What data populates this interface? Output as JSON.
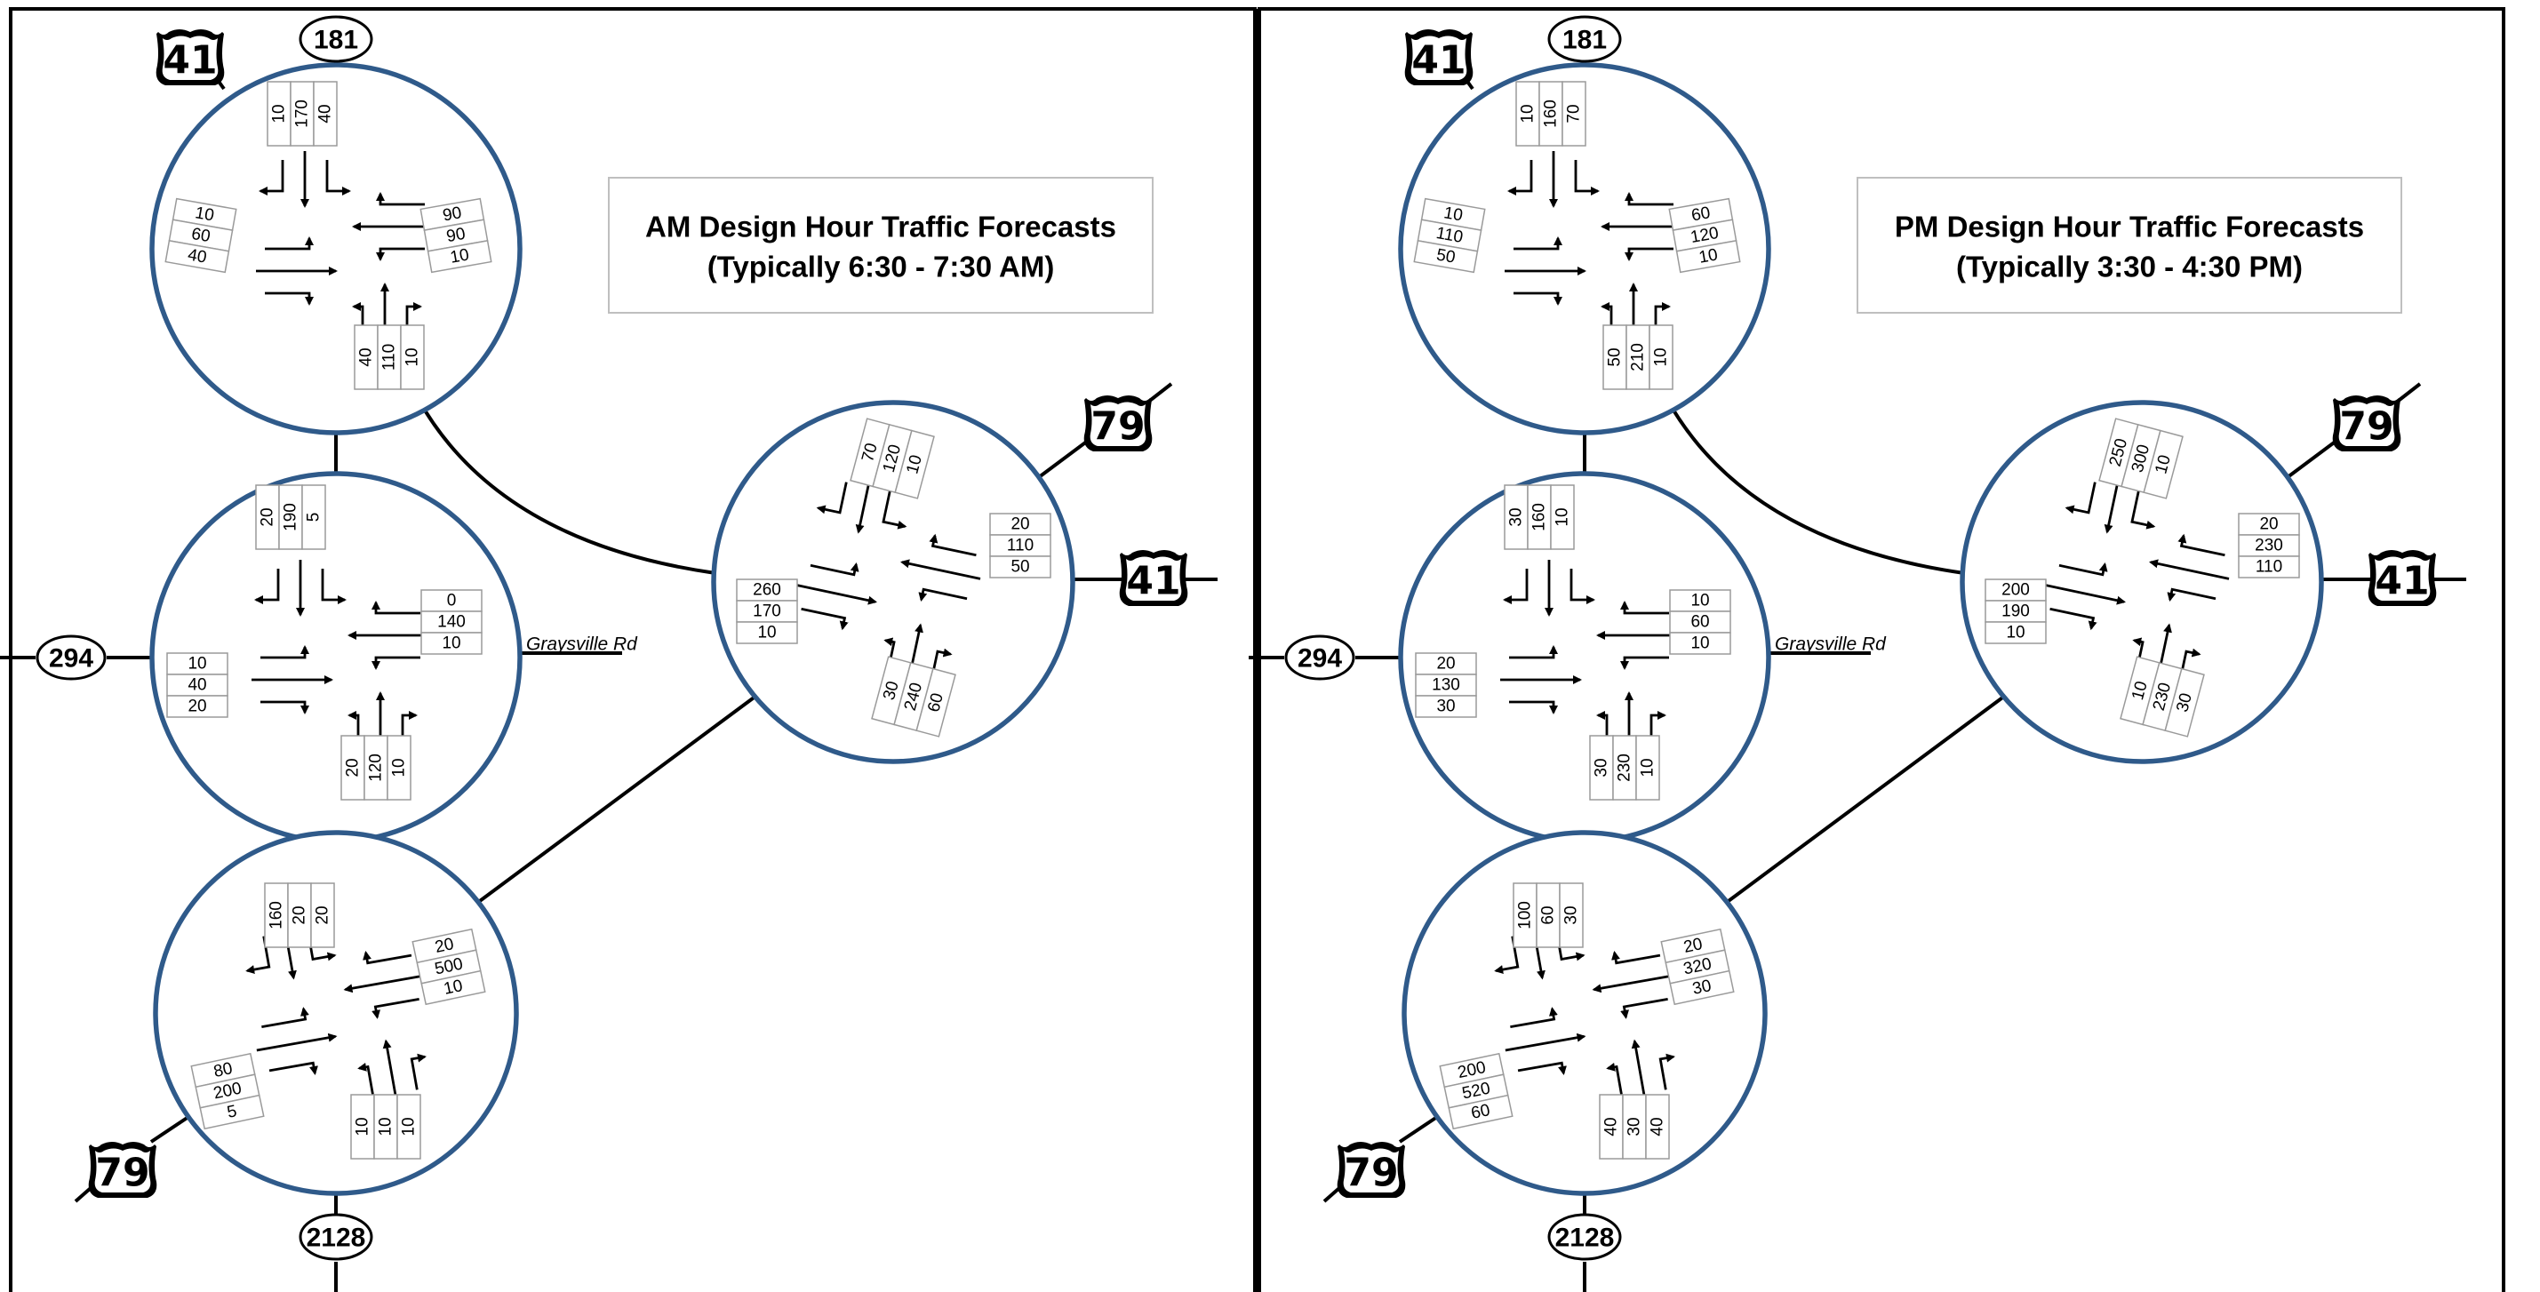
{
  "panels": [
    {
      "id": "am",
      "title_line1": "AM Design Hour Traffic Forecasts",
      "title_line2": "(Typically 6:30 - 7:30 AM)",
      "road_label": "Graysville Rd",
      "route_labels": {
        "us41_top": "41",
        "sr181": "181",
        "us79_right": "79",
        "us41_right": "41",
        "sr294": "294",
        "us79_bottom": "79",
        "sr2128": "2128"
      },
      "intersections": {
        "top": {
          "sb": [
            "10",
            "170",
            "40"
          ],
          "wb": [
            "90",
            "90",
            "10"
          ],
          "eb": [
            "10",
            "60",
            "40"
          ],
          "nb": [
            "40",
            "110",
            "10"
          ]
        },
        "middle": {
          "sb": [
            "20",
            "190",
            "5"
          ],
          "wb": [
            "0",
            "140",
            "10"
          ],
          "eb": [
            "10",
            "40",
            "20"
          ],
          "nb": [
            "20",
            "120",
            "10"
          ]
        },
        "right": {
          "sb": [
            "70",
            "120",
            "10"
          ],
          "wb": [
            "20",
            "110",
            "50"
          ],
          "eb": [
            "260",
            "170",
            "10"
          ],
          "nb": [
            "30",
            "240",
            "60"
          ]
        },
        "bottom": {
          "sb": [
            "160",
            "20",
            "20"
          ],
          "wb": [
            "20",
            "500",
            "10"
          ],
          "eb": [
            "80",
            "200",
            "5"
          ],
          "nb": [
            "10",
            "10",
            "10"
          ]
        }
      }
    },
    {
      "id": "pm",
      "title_line1": "PM Design Hour Traffic Forecasts",
      "title_line2": "(Typically 3:30 - 4:30 PM)",
      "road_label": "Graysville Rd",
      "route_labels": {
        "us41_top": "41",
        "sr181": "181",
        "us79_right": "79",
        "us41_right": "41",
        "sr294": "294",
        "us79_bottom": "79",
        "sr2128": "2128"
      },
      "intersections": {
        "top": {
          "sb": [
            "10",
            "160",
            "70"
          ],
          "wb": [
            "60",
            "120",
            "10"
          ],
          "eb": [
            "10",
            "110",
            "50"
          ],
          "nb": [
            "50",
            "210",
            "10"
          ]
        },
        "middle": {
          "sb": [
            "30",
            "160",
            "10"
          ],
          "wb": [
            "10",
            "60",
            "10"
          ],
          "eb": [
            "20",
            "130",
            "30"
          ],
          "nb": [
            "30",
            "230",
            "10"
          ]
        },
        "right": {
          "sb": [
            "250",
            "300",
            "10"
          ],
          "wb": [
            "20",
            "230",
            "110"
          ],
          "eb": [
            "200",
            "190",
            "10"
          ],
          "nb": [
            "10",
            "230",
            "30"
          ]
        },
        "bottom": {
          "sb": [
            "100",
            "60",
            "30"
          ],
          "wb": [
            "20",
            "320",
            "30"
          ],
          "eb": [
            "200",
            "520",
            "60"
          ],
          "nb": [
            "40",
            "30",
            "40"
          ]
        }
      }
    }
  ]
}
